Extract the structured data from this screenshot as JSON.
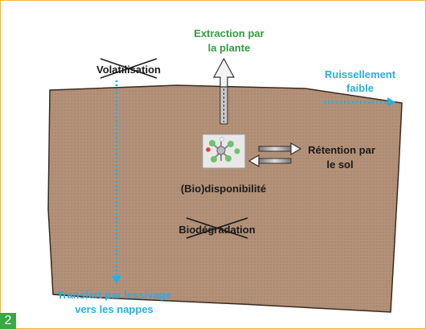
{
  "figure_number": "2",
  "labels": {
    "extraction_line1": "Extraction par",
    "extraction_line2": "la plante",
    "volatilisation": "Volatilisation",
    "ruissellement_line1": "Ruissellement",
    "ruissellement_line2": "faible",
    "retention_line1": "Rétention par",
    "retention_line2": "le sol",
    "biodisponibilite": "(Bio)disponibilité",
    "biodegradation": "Biodégradation",
    "transfert_line1": "Transfert par lessivage",
    "transfert_line2": "vers les nappes"
  },
  "colors": {
    "soil": "#b39178",
    "soil_border": "#3a2a20",
    "extraction_text": "#2e9e3e",
    "water_text": "#29aee0",
    "dark_text": "#1a1a1a",
    "frame": "#f0b43c",
    "badge": "#3aa843"
  },
  "icons": {
    "molecule": "molecule-icon",
    "up_arrow": "extraction-arrow-icon",
    "right_arrow": "retention-arrow-icon",
    "left_arrow": "release-arrow-icon",
    "dotted_down": "leaching-dotted-arrow-icon",
    "dotted_right": "runoff-dotted-arrow-icon"
  }
}
